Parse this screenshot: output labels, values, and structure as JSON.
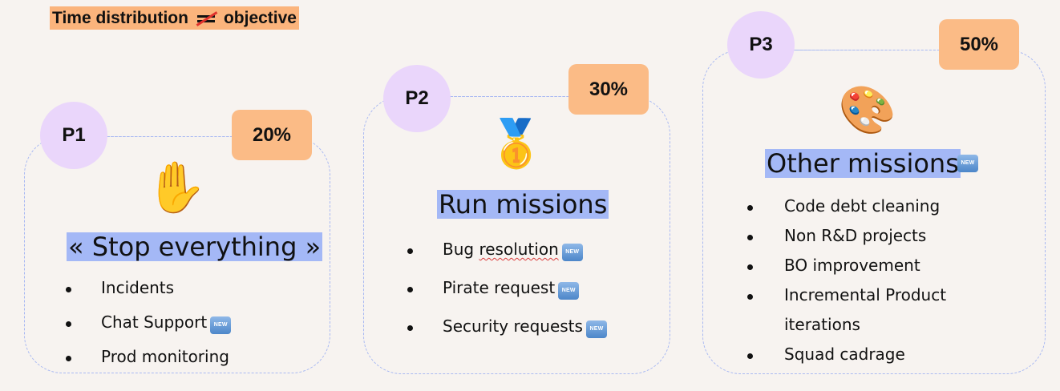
{
  "title": {
    "left": "Time distribution",
    "right": "objective"
  },
  "cards": [
    {
      "priority": "P1",
      "percent": "20%",
      "emoji": "✋",
      "heading": "« Stop everything »",
      "items": [
        {
          "text": "Incidents",
          "badge": ""
        },
        {
          "text": "Chat Support",
          "badge": "NEW"
        },
        {
          "text": "Prod monitoring",
          "badge": ""
        }
      ]
    },
    {
      "priority": "P2",
      "percent": "30%",
      "emoji": "🥇",
      "heading": "Run missions",
      "items": [
        {
          "text": "Bug resolution",
          "badge": "NEW"
        },
        {
          "text": "Pirate request",
          "badge": "NEW"
        },
        {
          "text": "Security requests",
          "badge": "NEW"
        }
      ]
    },
    {
      "priority": "P3",
      "percent": "50%",
      "emoji": "🎨",
      "heading": "Other missions",
      "heading_badge": "NEW",
      "items": [
        {
          "text": "Code debt cleaning",
          "badge": ""
        },
        {
          "text": "Non R&D projects",
          "badge": ""
        },
        {
          "text": "BO improvement",
          "badge": ""
        },
        {
          "text": "Incremental Product",
          "badge": ""
        },
        {
          "text": "iterations",
          "badge": ""
        },
        {
          "text": "Squad cadrage",
          "badge": ""
        }
      ]
    }
  ],
  "colors": {
    "background": "#f7f3f0",
    "title_highlight": "#fbb47c",
    "priority_circle": "#ead6fb",
    "percent_box": "#fbbb86",
    "heading_highlight": "#a4b8f6",
    "dashed_border": "#a9b9f2"
  },
  "icons": {
    "neq": "not-equal-icon",
    "badge": "new-button-emoji"
  }
}
